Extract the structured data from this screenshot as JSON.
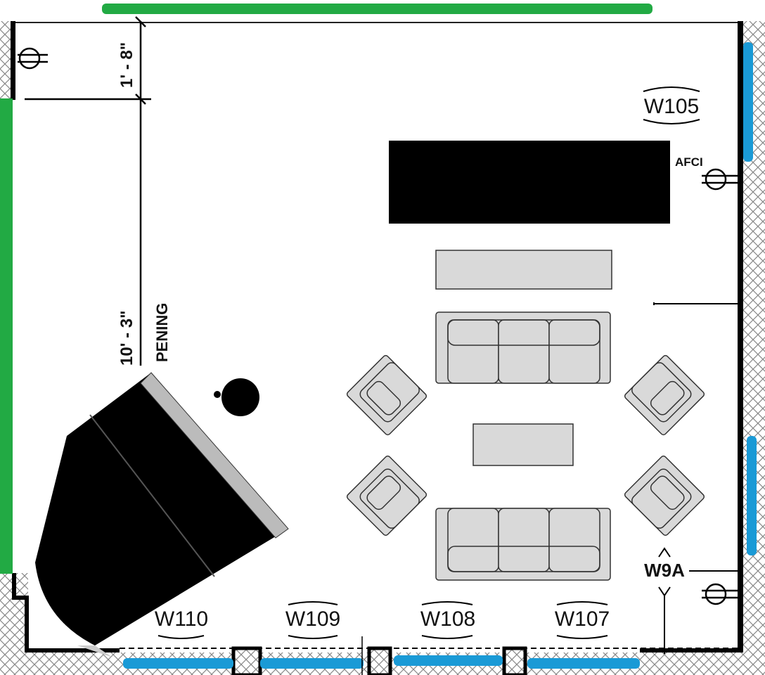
{
  "dimensions": {
    "top_offset": "1' - 8\"",
    "opening_width": "10' - 3\"",
    "opening_label": "PENING"
  },
  "outlet_label": "AFCI",
  "window_tags": {
    "right": "W105",
    "bottom": [
      "W110",
      "W109",
      "W108",
      "W107"
    ],
    "section": "W9A"
  },
  "colors": {
    "green_wall": "#22aa44",
    "blue_window": "#1a9ad6",
    "furniture_fill": "#d9d9d9",
    "solid": "#000000"
  }
}
